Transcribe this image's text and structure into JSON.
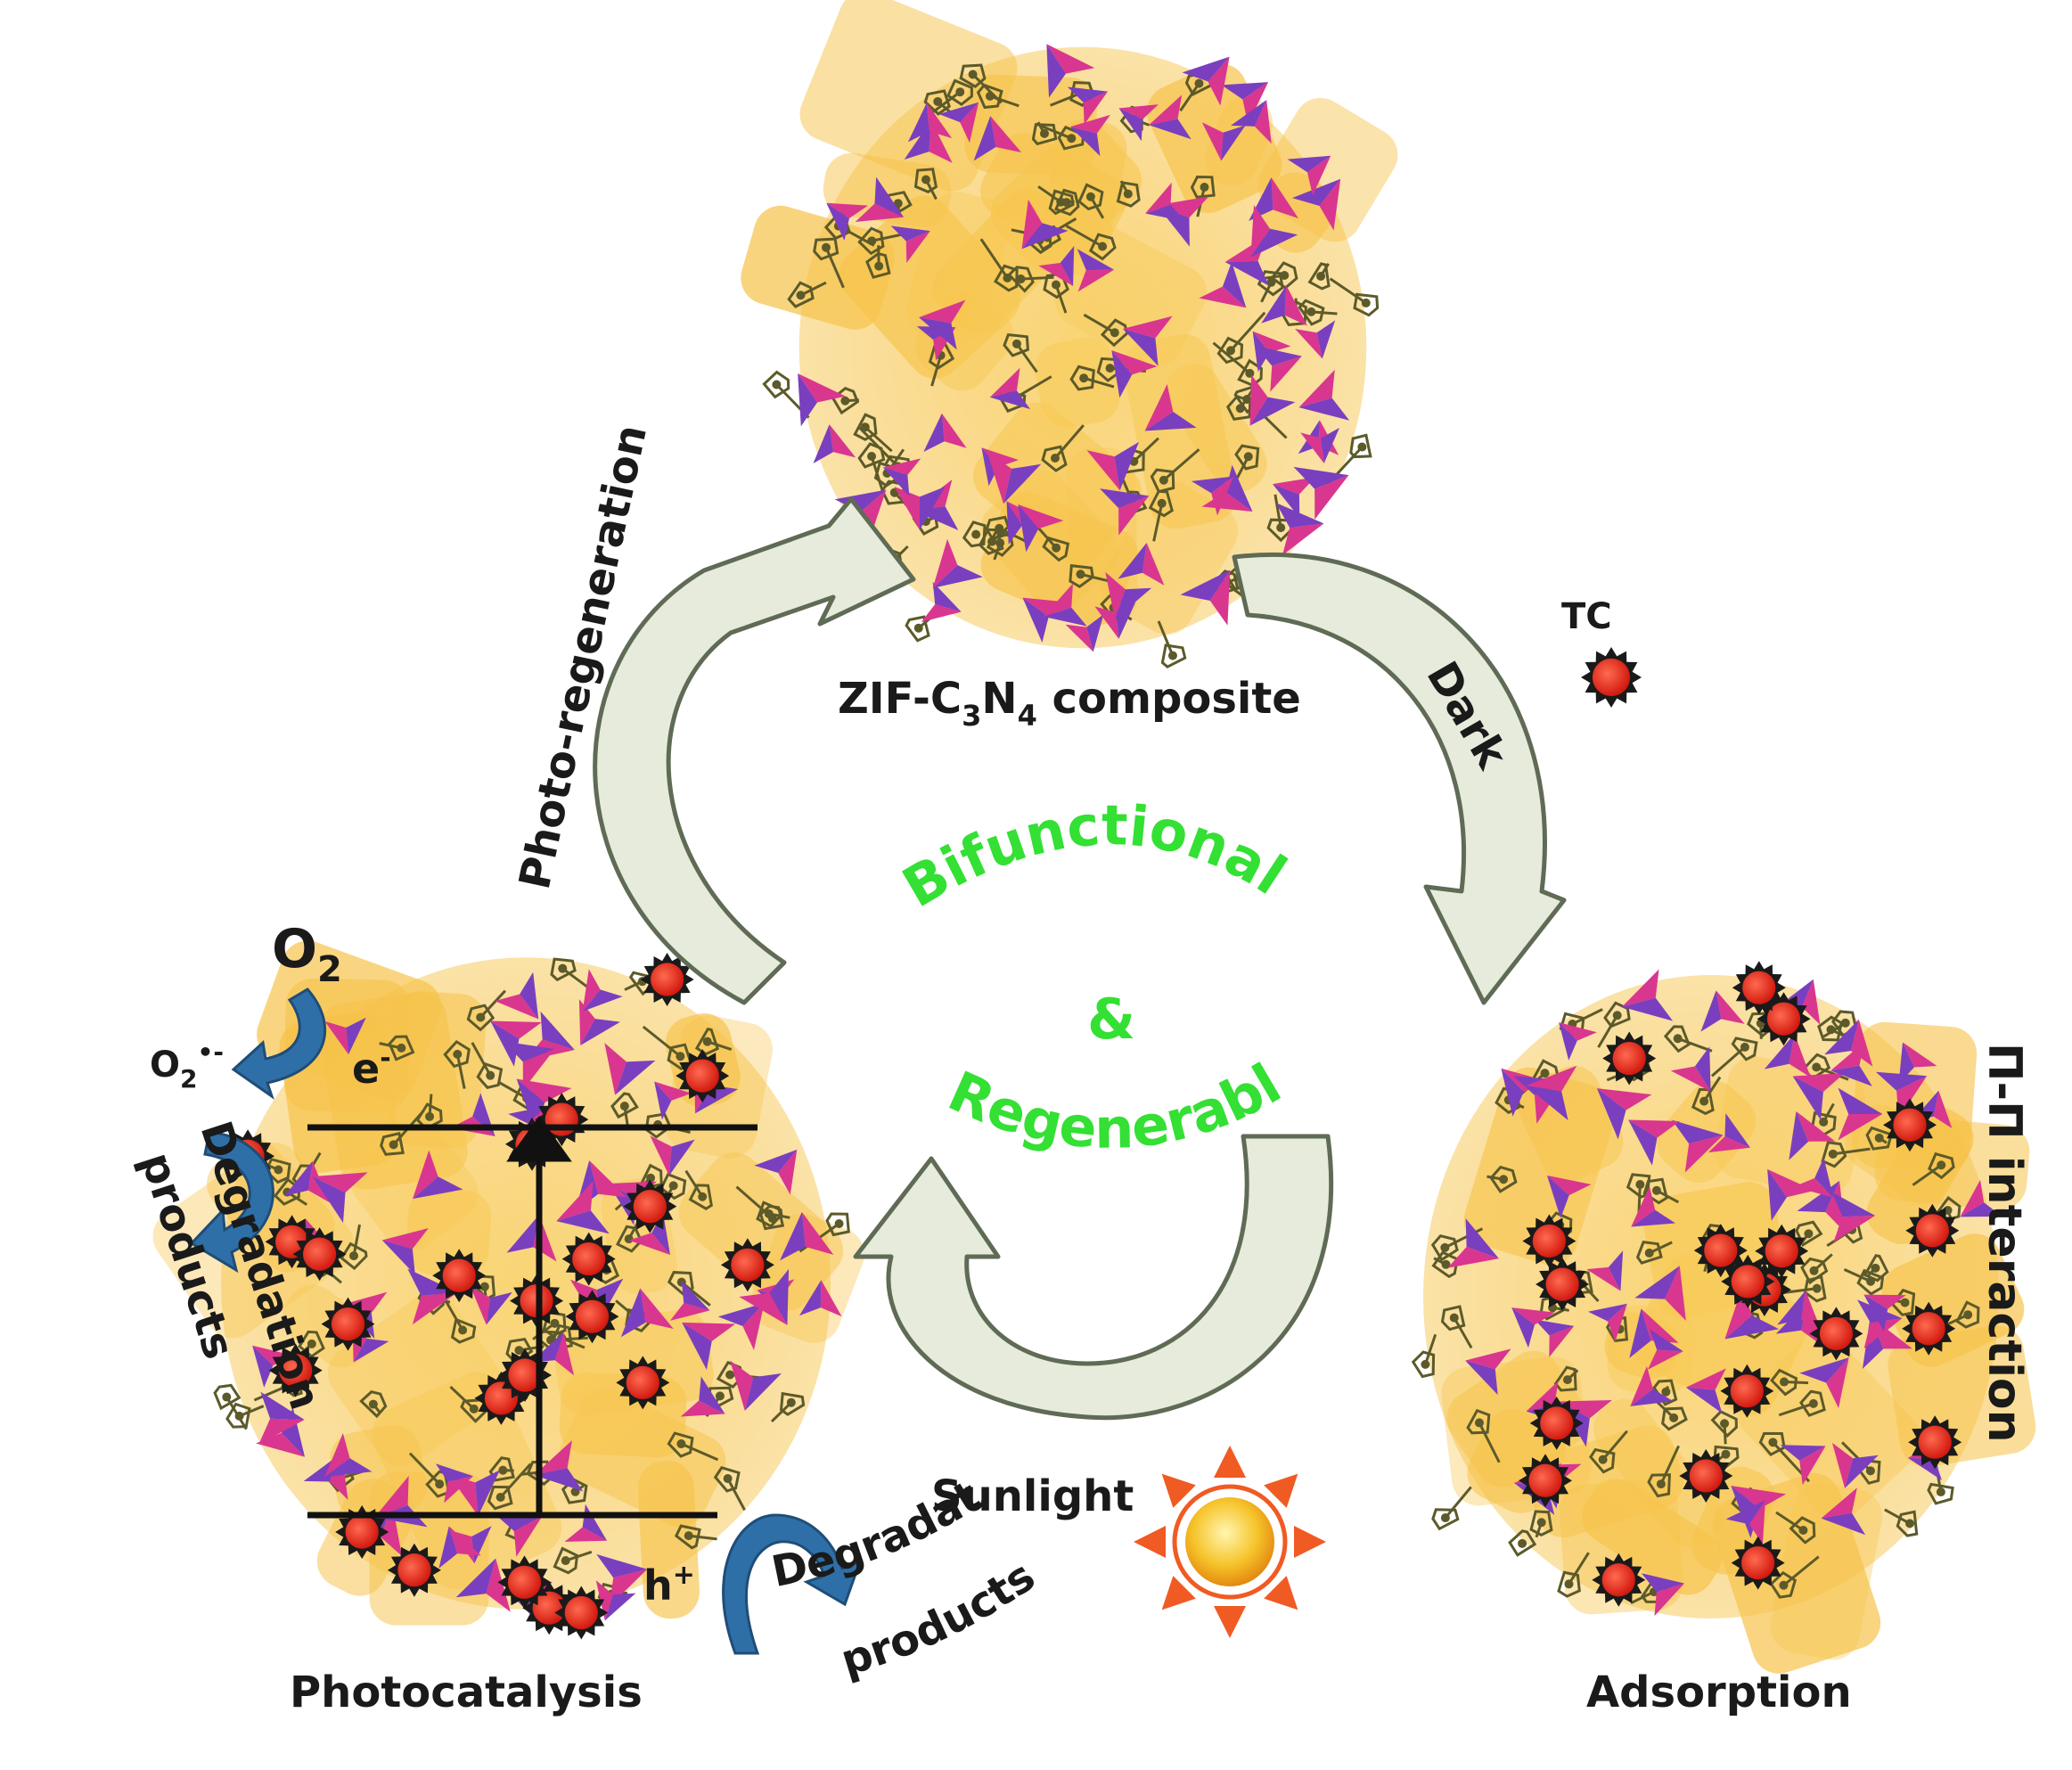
{
  "labels": {
    "composite_prefix": "ZIF-C",
    "composite_sub1": "3",
    "composite_mid": "N",
    "composite_sub2": "4",
    "composite_suffix": " composite",
    "photo_regeneration": "Photo-regeneration",
    "dark": "Dark",
    "tc": "TC",
    "bifunctional": "Bifunctional",
    "ampersand": "&",
    "regenerable": "Regenerable",
    "pi_interaction": "Π-Π interaction",
    "adsorption": "Adsorption",
    "photocatalysis": "Photocatalysis",
    "sunlight": "Sunlight",
    "o2_base": "O",
    "o2_sub": "2",
    "superoxide_base": "O",
    "superoxide_sub": "2",
    "superoxide_sup": "•-",
    "electron_base": "e",
    "electron_sup": "-",
    "hole_base": "h",
    "hole_sup": "+",
    "degradation_left_1": "Degradation",
    "degradation_left_2": "products",
    "degradation_bottom_1": "Degradation",
    "degradation_bottom_2": "products"
  },
  "colors": {
    "aggregate": "#f6c248",
    "tetrahedron_a": "#d9368f",
    "tetrahedron_b": "#7a3fbf",
    "linker": "#5c5a2a",
    "tc_molecule": "#e52b1c",
    "tc_rim": "#1a1a1a",
    "cycle_arrow_fill": "#e6ebdc",
    "cycle_arrow_stroke": "#5f6b55",
    "blue_arrow": "#2f6fa8",
    "green_text": "#33e033",
    "sun_core": "#f4b21a",
    "sun_rays": "#f05a23"
  },
  "icons": [
    "tc-molecule-icon",
    "sun-icon",
    "cycle-arrow-icon",
    "electron-transfer-arrow-icon"
  ]
}
